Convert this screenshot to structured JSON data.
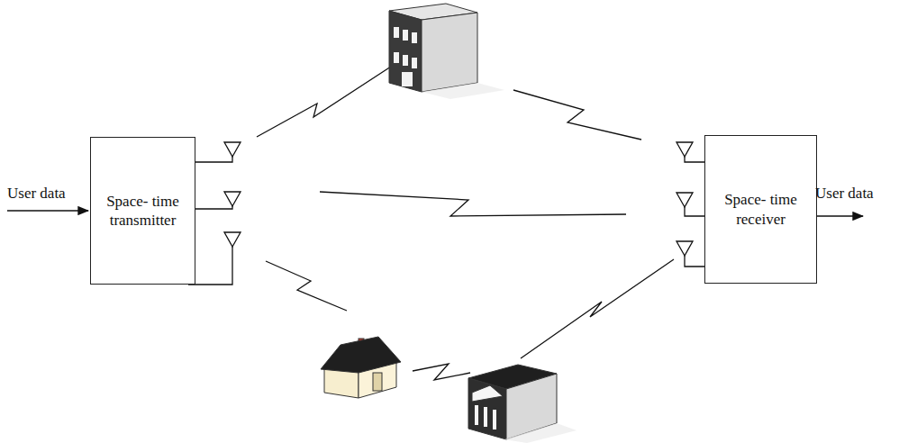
{
  "diagram": {
    "nodes": [
      {
        "text": [
          "Space- time transmitter"
        ]
      },
      {
        "text": [
          "Space- time receiver"
        ]
      }
    ],
    "labels": [
      "User data",
      "User data"
    ]
  }
}
